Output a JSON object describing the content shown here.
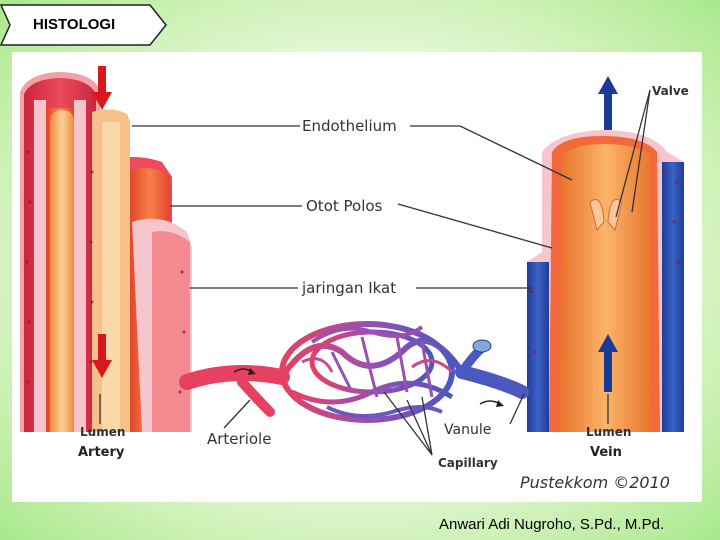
{
  "header": {
    "title": "HISTOLOGI"
  },
  "diagram": {
    "labels": {
      "endothelium": "Endothelium",
      "otot_polos": "Otot Polos",
      "jaringan_ikat": "jaringan Ikat",
      "valve": "Valve",
      "arteriole": "Arteriole",
      "vanule": "Vanule",
      "capillary": "Capillary",
      "lumen_artery_1": "Lumen",
      "lumen_artery_2": "Artery",
      "lumen_vein_1": "Lumen",
      "lumen_vein_2": "Vein",
      "credit": "Pustekkom ©2010"
    },
    "colors": {
      "artery_outer": "#e8334a",
      "artery_muscle": "#f26a3c",
      "artery_lumen": "#f7b06a",
      "vein_outer": "#2b4fb0",
      "vein_inner": "#f59a4a",
      "capillary_red": "#e84060",
      "capillary_blue": "#5a64c8",
      "capillary_purple": "#9a50b0"
    }
  },
  "footer": {
    "author": "Anwari Adi Nugroho, S.Pd., M.Pd."
  }
}
